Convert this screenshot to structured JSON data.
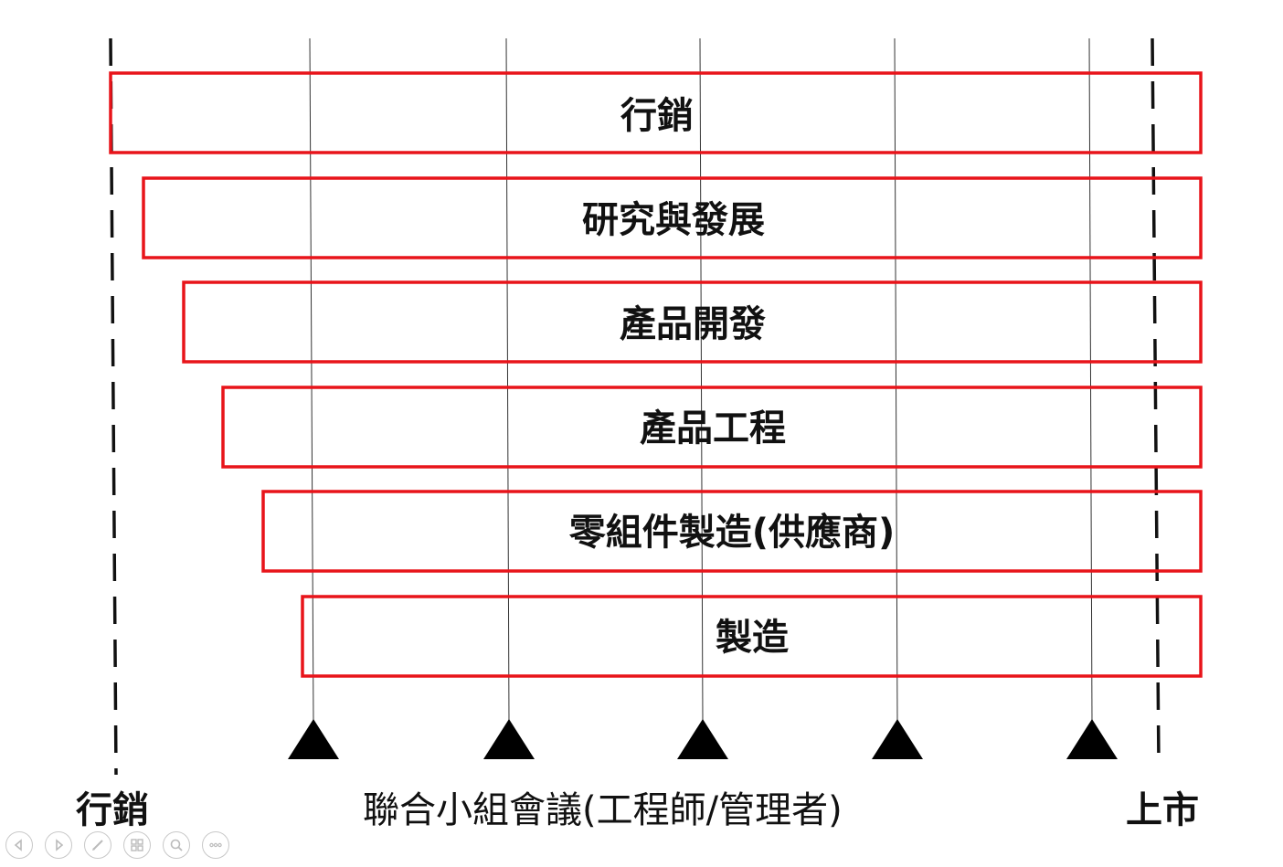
{
  "bars": [
    {
      "label": "行銷"
    },
    {
      "label": "研究與發展"
    },
    {
      "label": "產品開發"
    },
    {
      "label": "產品工程"
    },
    {
      "label": "零組件製造(供應商)"
    },
    {
      "label": "製造"
    }
  ],
  "bottom": {
    "left_label": "行銷",
    "center_label": "聯合小組會議(工程師/管理者)",
    "right_label": "上市"
  },
  "colors": {
    "bar_border": "#e8141a",
    "dashed_line": "#111111",
    "thin_line": "#333333",
    "marker": "#000000"
  },
  "icons": {
    "nav": [
      "previous-slide-icon",
      "next-slide-icon",
      "pen-icon",
      "slide-sorter-icon",
      "zoom-icon",
      "more-options-icon"
    ]
  }
}
